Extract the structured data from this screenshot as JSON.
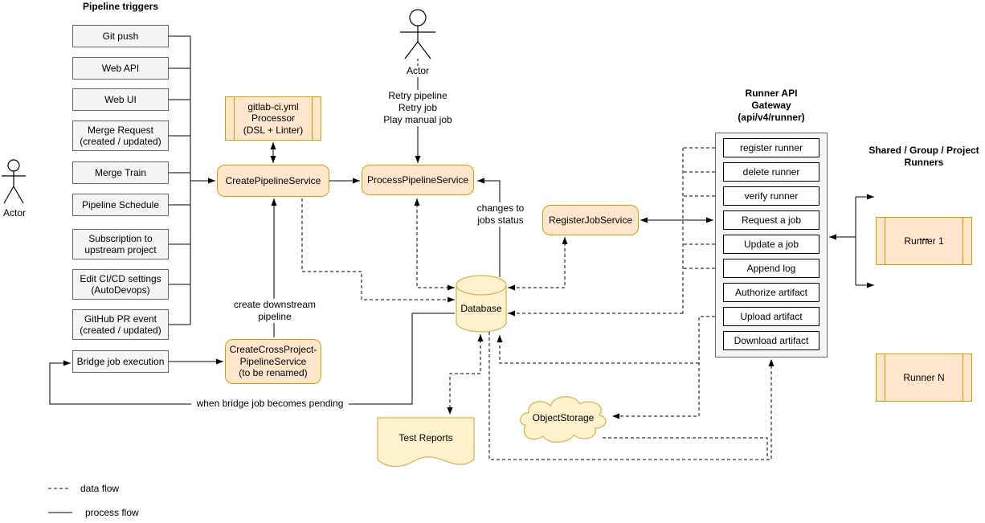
{
  "colors": {
    "service_fill": "#ffe6cc",
    "service_stroke": "#d79b00",
    "storage_fill": "#fff2cc",
    "storage_stroke": "#d6b656",
    "group_fill": "#f5f5f5",
    "group_stroke": "#666666",
    "line": "#000000"
  },
  "actors": {
    "left_label": "Actor",
    "top_label": "Actor",
    "top_actions": "Retry pipeline\nRetry job\nPlay manual job"
  },
  "triggers": {
    "title": "Pipeline triggers",
    "items": [
      "Git push",
      "Web API",
      "Web UI",
      "Merge Request\n(created / updated)",
      "Merge Train",
      "Pipeline Schedule",
      "Subscription to\nupstream project",
      "Edit CI/CD settings\n(AutoDevops)",
      "GitHub PR event\n(created / updated)",
      "Bridge job execution"
    ]
  },
  "services": {
    "processor": "gitlab-ci.yml\nProcessor\n(DSL + Linter)",
    "create_pipeline": "CreatePipelineService",
    "process_pipeline": "ProcessPipelineService",
    "register_job": "RegisterJobService",
    "create_cross_project": "CreateCrossProject-\nPipelineService\n(to be renamed)"
  },
  "storage": {
    "database": "Database",
    "test_reports": "Test Reports",
    "object_storage": "ObjectStorage"
  },
  "gateway": {
    "title": "Runner API\nGateway\n(api/v4/runner)",
    "endpoints": [
      "register runner",
      "delete runner",
      "verify runner",
      "Request a job",
      "Update a job",
      "Append log",
      "Authorize artifact",
      "Upload artifact",
      "Download artifact"
    ]
  },
  "runners": {
    "title": "Shared / Group / Project\nRunners",
    "ellipsis": "...",
    "items": [
      "Runner 1",
      "Runner N"
    ]
  },
  "edge_labels": {
    "create_downstream": "create downstream\npipeline",
    "changes_to_jobs": "changes to\njobs status",
    "bridge_pending": "when bridge job becomes pending"
  },
  "legend": {
    "data_flow": "data flow",
    "process_flow": "process flow"
  }
}
